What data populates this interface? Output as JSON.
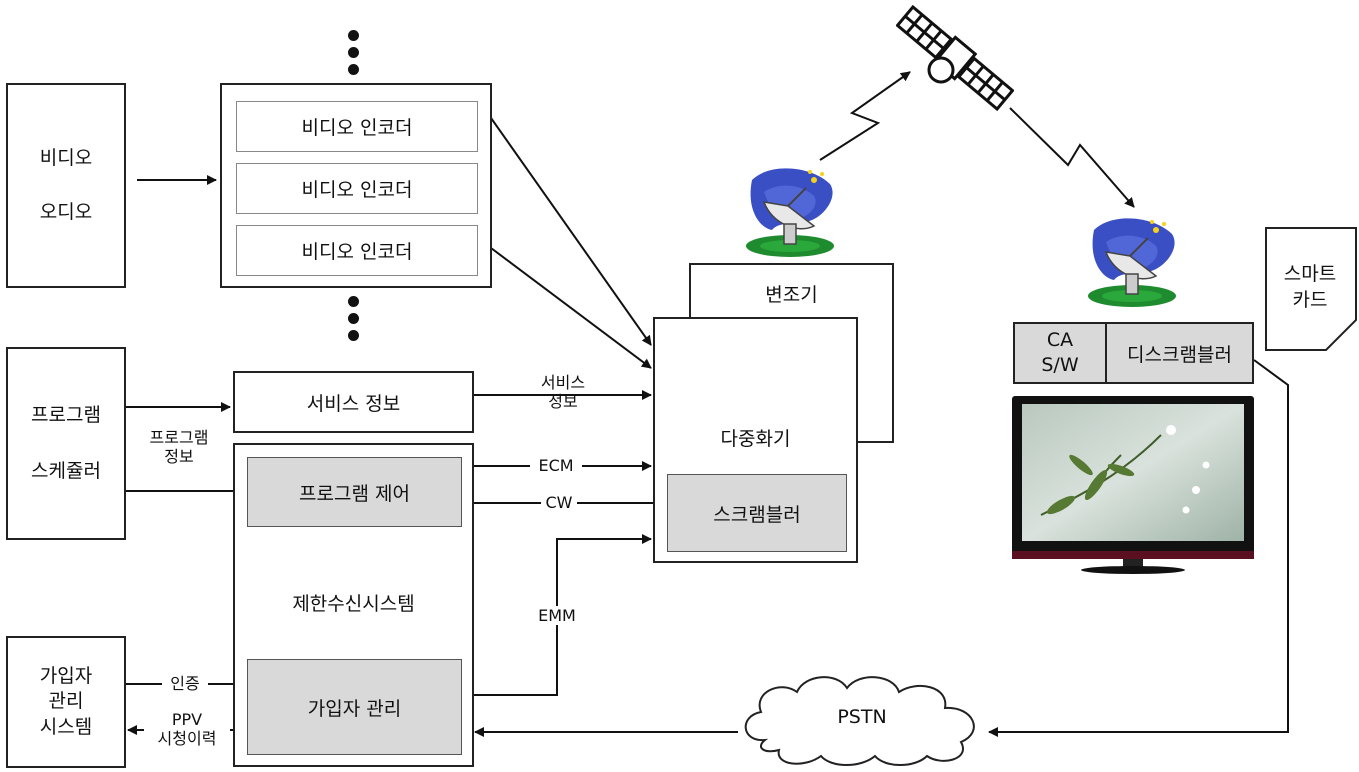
{
  "video_audio": {
    "line1": "비디오",
    "line2": "오디오"
  },
  "encoders": [
    "비디오 인코더",
    "비디오 인코더",
    "비디오 인코더"
  ],
  "program_scheduler": {
    "line1": "프로그램",
    "line2": "스케쥴러"
  },
  "program_info": {
    "line1": "프로그램",
    "line2": "정보"
  },
  "service_info_box": "서비스 정보",
  "service_info_label": {
    "line1": "서비스",
    "line2": "정보"
  },
  "cas": {
    "program_control": "프로그램 제어",
    "title": "제한수신시스템",
    "subscriber_mgmt": "가입자 관리"
  },
  "subscriber_system": {
    "line1": "가입자",
    "line2": "관리",
    "line3": "시스템"
  },
  "auth_label": "인증",
  "ppv_label": {
    "line1": "PPV",
    "line2": "시청이력"
  },
  "ecm_label": "ECM",
  "cw_label": "CW",
  "emm_label": "EMM",
  "modulator": "변조기",
  "multiplexer": "다중화기",
  "scrambler": "스크램블러",
  "smart_card": {
    "line1": "스마트",
    "line2": "카드"
  },
  "ca_sw": {
    "line1": "CA",
    "line2": "S/W"
  },
  "descrambler": "디스크램블러",
  "pstn": "PSTN",
  "icons": [
    "satellite-icon",
    "dish-antenna-icon",
    "tv-icon",
    "cloud-icon"
  ]
}
